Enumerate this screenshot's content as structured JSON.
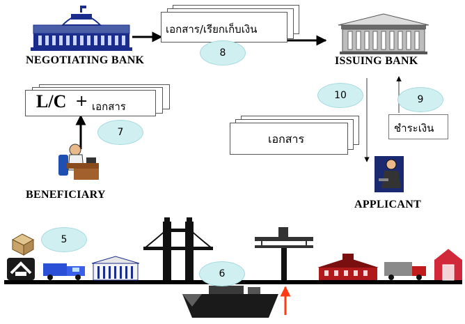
{
  "parties": {
    "negotiating_bank": "NEGOTIATING BANK",
    "issuing_bank": "ISSUING BANK",
    "beneficiary": "BENEFICIARY",
    "applicant": "APPLICANT"
  },
  "documents": {
    "collection": "เอกสาร/เรียกเก็บเงิน",
    "lc_prefix": "L/C",
    "lc_plus": "+",
    "lc_docs": "เอกสาร",
    "docs_to_applicant": "เอกสาร",
    "payment": "ชำระเงิน"
  },
  "steps": [
    "5",
    "6",
    "7",
    "8",
    "9",
    "10"
  ],
  "colors": {
    "step_fill": "#cfeff0",
    "bank_blue": "#1b2d8c",
    "arrow_black": "#000000",
    "arrow_red": "#ff3b14",
    "ground": "#000000"
  }
}
